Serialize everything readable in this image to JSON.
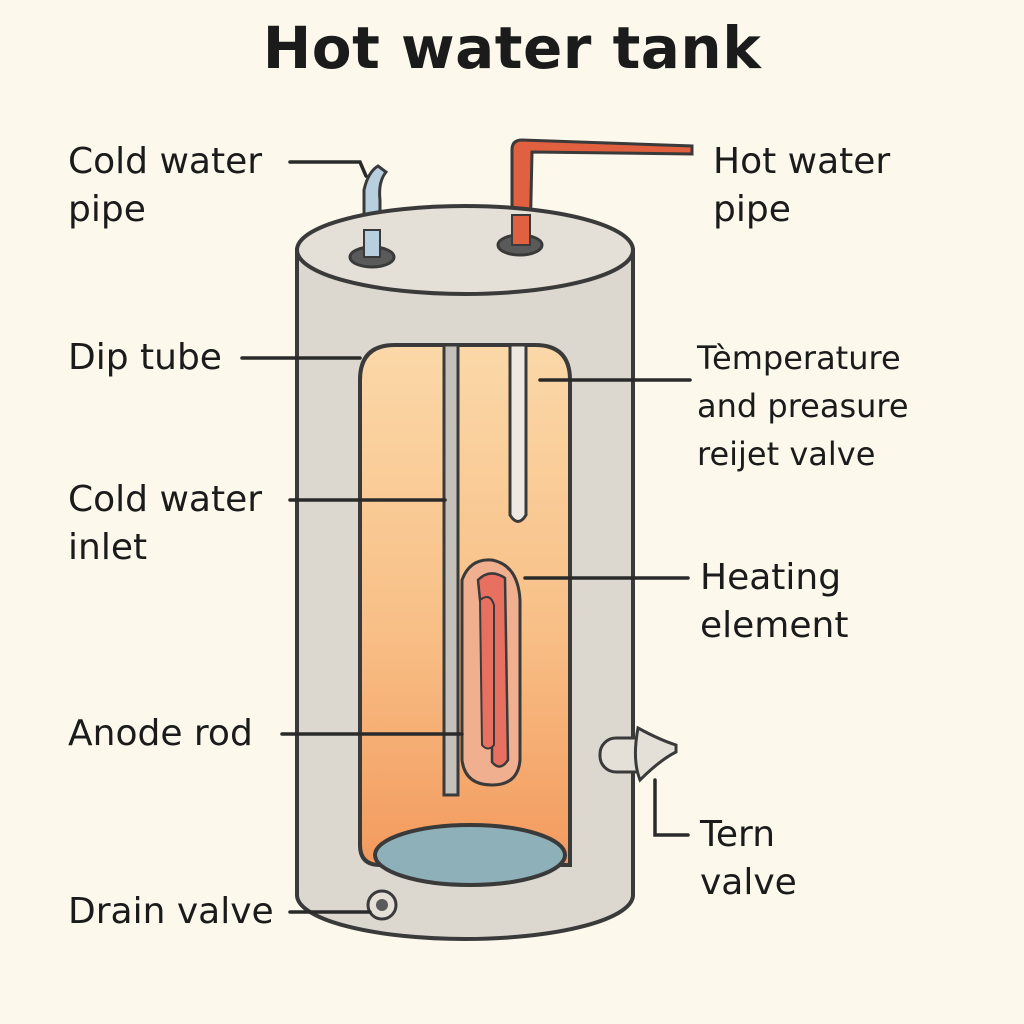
{
  "title": "Hot water tank",
  "labels": {
    "cold_water_pipe": "Cold water\npipe",
    "hot_water_pipe": "Hot water\npipe",
    "dip_tube": "Dip tube",
    "temperature_valve": "Tèmperature\nand preasure\nreijet valve",
    "cold_water_inlet": "Cold water\ninlet",
    "heating_element": "Heating\nelement",
    "anode_rod": "Anode rod",
    "tern_valve": "Tern\nvalve",
    "drain_valve": "Drain valve"
  },
  "colors": {
    "background": "#fcf8ec",
    "tank_body": "#dcd8d0",
    "tank_top": "#e4e0d8",
    "outline": "#3a3a3a",
    "water_hot": "#f8c58c",
    "water_warm": "#f5a56a",
    "water_cold": "#8eb0b8",
    "hot_pipe": "#e06040",
    "cold_pipe": "#b8cfe0",
    "element": "#e87060"
  }
}
